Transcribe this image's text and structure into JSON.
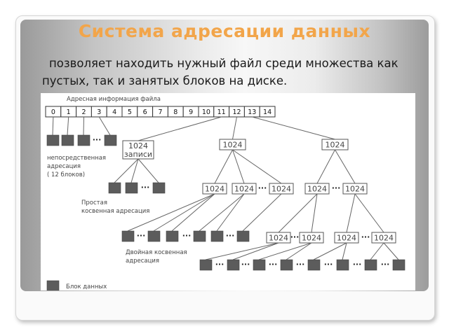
{
  "slide": {
    "title": "Система адресации данных",
    "body": "позволяет находить нужный файл среди множества как пустых, так и занятых блоков на диске."
  },
  "diagram": {
    "header_label": "Адресная информация файла",
    "address_cells": [
      "0",
      "1",
      "2",
      "3",
      "4",
      "5",
      "6",
      "7",
      "8",
      "9",
      "10",
      "11",
      "12",
      "13",
      "14"
    ],
    "direct_label": [
      "непосредственная",
      "адресация",
      "( 12 блоков)"
    ],
    "single_indirect_label": [
      "Простая",
      "косвенная адресация"
    ],
    "double_indirect_label": [
      "Двойная косвенная",
      "адресация"
    ],
    "single_node_label": [
      "1024",
      "записи"
    ],
    "node_label": "1024",
    "ellipsis": "···",
    "legend_label": "Блок данных",
    "colors": {
      "block_fill": "#5c5c5c",
      "line": "#666666",
      "title": "#f2a54a"
    }
  }
}
